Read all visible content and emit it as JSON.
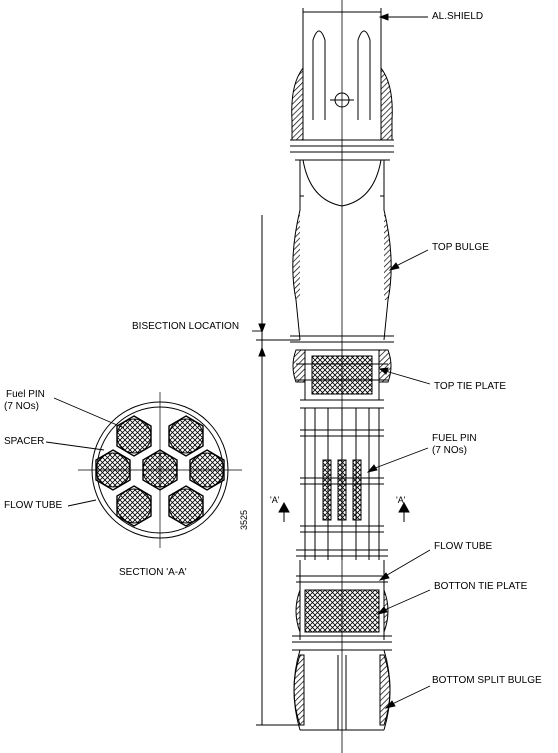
{
  "labels": {
    "al_shield": "AL.SHIELD",
    "top_bulge": "TOP BULGE",
    "bisection_location": "BISECTION  LOCATION",
    "top_tie_plate": "TOP TIE PLATE",
    "fuel_pin_right_1": "FUEL PIN",
    "fuel_pin_right_2": "(7 NOs)",
    "flow_tube_right": "FLOW TUBE",
    "botton_tie_plate": "BOTTON TIE PLATE",
    "bottom_split_bulge": "BOTTOM SPLIT BULGE",
    "fuel_pin_left_1": "Fuel PIN",
    "fuel_pin_left_2": "(7 NOs)",
    "spacer": "SPACER",
    "flow_tube_left": "FLOW TUBE",
    "section_title": "SECTION 'A-A'",
    "section_mark_left": "'A'",
    "section_mark_right": "'A'",
    "dimension": "3525"
  },
  "colors": {
    "line": "#000000",
    "background": "#ffffff"
  }
}
